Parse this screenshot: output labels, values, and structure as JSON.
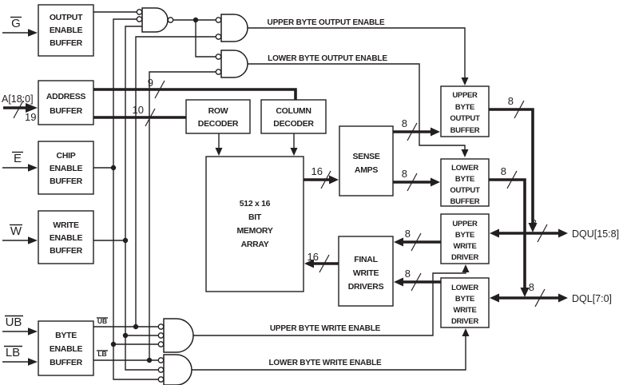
{
  "colors": {
    "ink": "#231f20",
    "background": "#ffffff"
  },
  "pins": {
    "g": {
      "label": "G"
    },
    "a": {
      "label": "A[18:0]"
    },
    "e": {
      "label": "E"
    },
    "w": {
      "label": "W"
    },
    "ub": {
      "label": "UB"
    },
    "lb": {
      "label": "LB"
    },
    "dqu": {
      "label": "DQU[15:8]"
    },
    "dql": {
      "label": "DQL[7:0]"
    }
  },
  "bus_widths": {
    "a19": "19",
    "col9": "9",
    "row10": "10",
    "d16": "16",
    "b8": "8"
  },
  "nets": {
    "upper_byte_output_enable": "UPPER BYTE OUTPUT ENABLE",
    "lower_byte_output_enable": "LOWER BYTE OUTPUT ENABLE",
    "upper_byte_write_enable": "UPPER BYTE WRITE ENABLE",
    "lower_byte_write_enable": "LOWER BYTE WRITE ENABLE",
    "ub_internal": "UB",
    "lb_internal": "LB"
  },
  "blocks": {
    "output_enable_buffer": {
      "l1": "OUTPUT",
      "l2": "ENABLE",
      "l3": "BUFFER"
    },
    "address_buffer": {
      "l1": "ADDRESS",
      "l2": "BUFFER"
    },
    "chip_enable_buffer": {
      "l1": "CHIP",
      "l2": "ENABLE",
      "l3": "BUFFER"
    },
    "write_enable_buffer": {
      "l1": "WRITE",
      "l2": "ENABLE",
      "l3": "BUFFER"
    },
    "byte_enable_buffer": {
      "l1": "BYTE",
      "l2": "ENABLE",
      "l3": "BUFFER"
    },
    "row_decoder": {
      "l1": "ROW",
      "l2": "DECODER"
    },
    "column_decoder": {
      "l1": "COLUMN",
      "l2": "DECODER"
    },
    "memory_array": {
      "l1": "512 x 16",
      "l2": "BIT",
      "l3": "MEMORY",
      "l4": "ARRAY"
    },
    "sense_amps": {
      "l1": "SENSE",
      "l2": "AMPS"
    },
    "final_write_drivers": {
      "l1": "FINAL",
      "l2": "WRITE",
      "l3": "DRIVERS"
    },
    "upper_byte_output_buffer": {
      "l1": "UPPER",
      "l2": "BYTE",
      "l3": "OUTPUT",
      "l4": "BUFFER"
    },
    "lower_byte_output_buffer": {
      "l1": "LOWER",
      "l2": "BYTE",
      "l3": "OUTPUT",
      "l4": "BUFFER"
    },
    "upper_byte_write_driver": {
      "l1": "UPPER",
      "l2": "BYTE",
      "l3": "WRITE",
      "l4": "DRIVER"
    },
    "lower_byte_write_driver": {
      "l1": "LOWER",
      "l2": "BYTE",
      "l3": "WRITE",
      "l4": "DRIVER"
    }
  }
}
